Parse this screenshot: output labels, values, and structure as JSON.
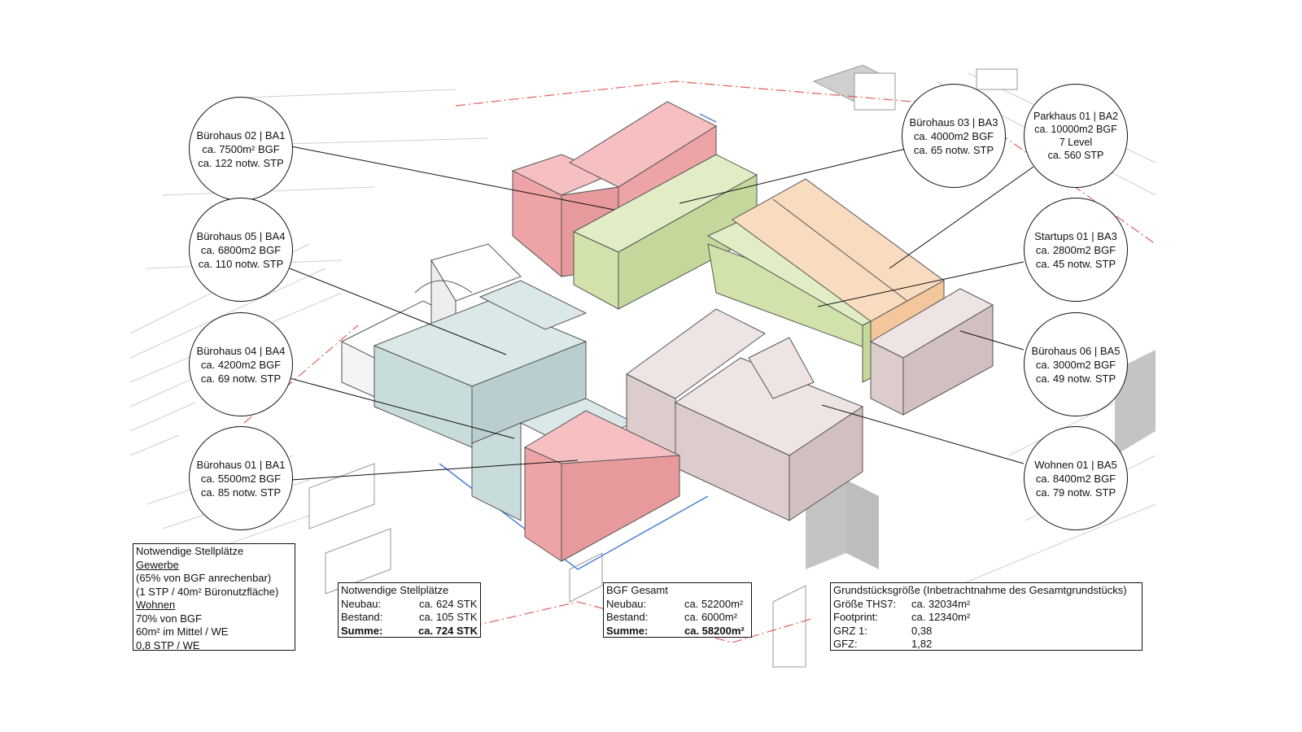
{
  "buildings": [
    {
      "name": "Bürohaus 02",
      "phase": "BA1",
      "area": "ca. 7500m² BGF",
      "parking": "ca. 122 notw. STP"
    },
    {
      "name": "Bürohaus 05",
      "phase": "BA4",
      "area": "ca. 6800m2 BGF",
      "parking": "ca. 110 notw. STP"
    },
    {
      "name": "Bürohaus 04",
      "phase": "BA4",
      "area": "ca. 4200m2 BGF",
      "parking": "ca. 69 notw. STP"
    },
    {
      "name": "Bürohaus 01",
      "phase": "BA1",
      "area": "ca. 5500m2 BGF",
      "parking": "ca. 85 notw. STP"
    },
    {
      "name": "Bürohaus 03",
      "phase": "BA3",
      "area": "ca. 4000m2 BGF",
      "parking": "ca. 65 notw. STP"
    },
    {
      "name": "Parkhaus 01",
      "phase": "BA2",
      "area": "ca. 10000m2 BGF",
      "levels": "7 Level",
      "parking": "ca. 560 STP"
    },
    {
      "name": "Startups 01",
      "phase": "BA3",
      "area": "ca. 2800m2 BGF",
      "parking": "ca. 45 notw. STP"
    },
    {
      "name": "Bürohaus 06",
      "phase": "BA5",
      "area": "ca. 3000m2 BGF",
      "parking": "ca. 49 notw. STP"
    },
    {
      "name": "Wohnen 01",
      "phase": "BA5",
      "area": "ca. 8400m2 BGF",
      "parking": "ca. 79 notw. STP"
    }
  ],
  "colors": {
    "buero_red": "#f4b3b5",
    "green": "#d8e6b8",
    "orange": "#f8d2b0",
    "blue_grey": "#d2e2e2",
    "mauve": "#e6d8d8",
    "existing": "#f2f2f2",
    "shadow": "#c4c4c4",
    "site_line": "#e06060",
    "plot_line": "#4a7fd8"
  },
  "legend_parking": {
    "title": "Notwendige Stellplätze",
    "gewerbe_heading": "Gewerbe",
    "gewerbe_line1": "(65% von BGF anrechenbar)",
    "gewerbe_line2": "(1 STP / 40m² Büronutzfläche)",
    "wohnen_heading": "Wohnen",
    "wohnen_line1": "70% von BGF",
    "wohnen_line2": "60m² im Mittel / WE",
    "wohnen_line3": "0,8 STP / WE"
  },
  "parking_total": {
    "title": "Notwendige Stellplätze",
    "neubau_label": "Neubau:",
    "neubau_value": "ca. 624 STK",
    "bestand_label": "Bestand:",
    "bestand_value": "ca. 105 STK",
    "summe_label": "Summe:",
    "summe_value": "ca. 724 STK"
  },
  "bgf_total": {
    "title": "BGF Gesamt",
    "neubau_label": "Neubau:",
    "neubau_value": "ca. 52200m²",
    "bestand_label": "Bestand:",
    "bestand_value": "ca. 6000m²",
    "summe_label": "Summe:",
    "summe_value": "ca. 58200m²"
  },
  "site": {
    "title": "Grundstücksgröße (Inbetrachtnahme des Gesamtgrundstücks)",
    "size_label": "Größe THS7:",
    "size_value": "ca. 32034m²",
    "footprint_label": "Footprint:",
    "footprint_value": "ca. 12340m²",
    "grz_label": "GRZ 1:",
    "grz_value": "0,38",
    "gfz_label": "GFZ:",
    "gfz_value": "1,82"
  }
}
